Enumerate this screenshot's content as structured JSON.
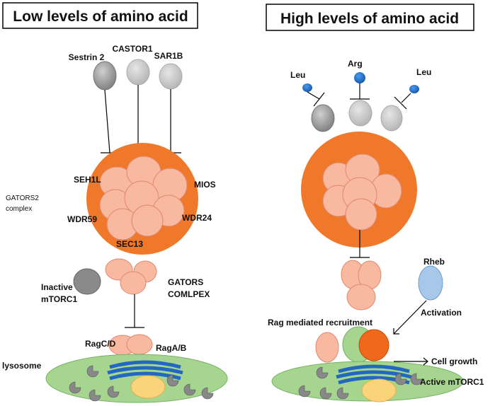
{
  "left": {
    "title": "Low levels of amino acid",
    "inhibitors": [
      "Sestrin 2",
      "CASTOR1",
      "SAR1B"
    ],
    "gator2_label": "GATORS2",
    "complex_label": "complex",
    "subunits": [
      "SEH1L",
      "MIOS",
      "WDR59",
      "WDR24",
      "SEC13"
    ],
    "inactive_label": "Inactive",
    "mtorc1_label": "mTORC1",
    "gator1_label": "GATORS",
    "gator1_label2": "COMLPEX",
    "ragcd": "RagC/D",
    "ragab": "RagA/B",
    "lysosome": "lysosome"
  },
  "right": {
    "title": "High levels of amino acid",
    "amino_acids": [
      "Leu",
      "Arg",
      "Leu"
    ],
    "rheb": "Rheb",
    "activation": "Activation",
    "recruitment": "Rag mediated recruitment",
    "cell_growth": "Cell growth",
    "active_mtorc1": "Active mTORC1"
  },
  "colors": {
    "gator2": "#f0782a",
    "subunit": "#f8b9a0",
    "grey_dark": "#8a8a8a",
    "grey_light": "#c8c8c8",
    "amino": "#1f6fc8",
    "lysosome": "#a6d590",
    "golgi": "#2268c0",
    "nucleus": "#fbd37b",
    "rheb": "#a8c8ea",
    "rag_green": "#a6d590",
    "rag_orange": "#f0681a"
  }
}
